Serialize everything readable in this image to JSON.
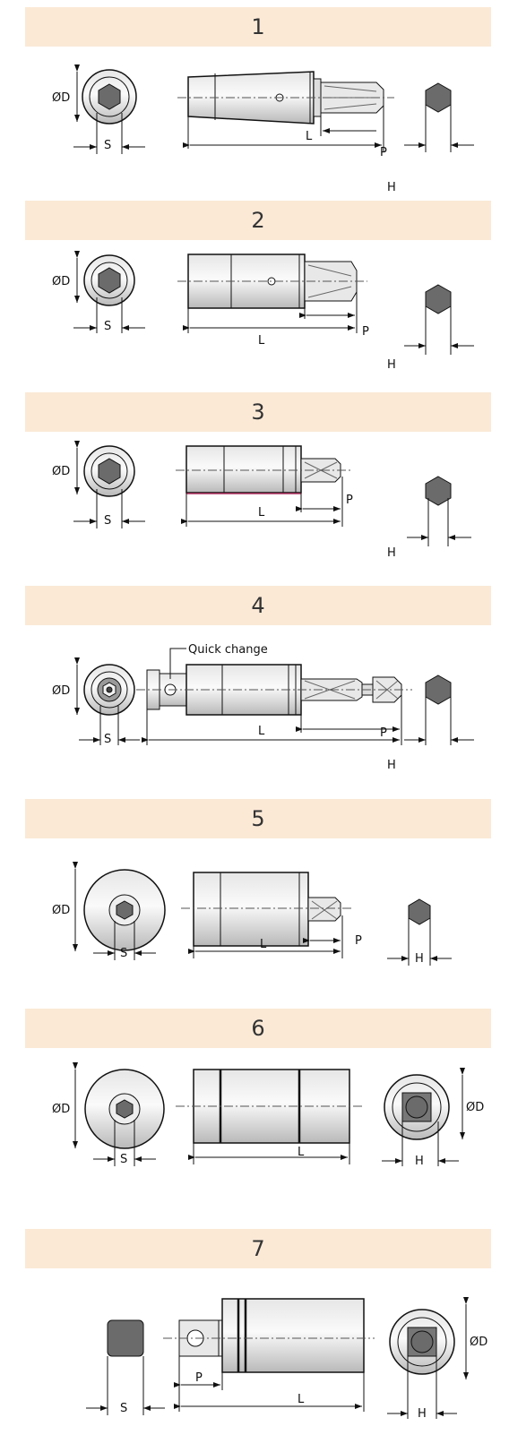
{
  "sections": [
    {
      "number": "1",
      "labels": {
        "diameter": "ØD",
        "socket": "S",
        "length": "L",
        "bit": "P",
        "hex": "H"
      }
    },
    {
      "number": "2",
      "labels": {
        "diameter": "ØD",
        "socket": "S",
        "length": "L",
        "bit": "P",
        "hex": "H"
      }
    },
    {
      "number": "3",
      "labels": {
        "diameter": "ØD",
        "socket": "S",
        "length": "L",
        "bit": "P",
        "hex": "H"
      }
    },
    {
      "number": "4",
      "labels": {
        "diameter": "ØD",
        "socket": "S",
        "length": "L",
        "bit": "P",
        "hex": "H",
        "note": "Quick change"
      }
    },
    {
      "number": "5",
      "labels": {
        "diameter": "ØD",
        "socket": "S",
        "length": "L",
        "bit": "P",
        "hex": "H"
      }
    },
    {
      "number": "6",
      "labels": {
        "diameter": "ØD",
        "socket": "S",
        "length": "L",
        "hex": "H",
        "diameter2": "ØD"
      }
    },
    {
      "number": "7",
      "labels": {
        "socket": "S",
        "length": "L",
        "bit": "P",
        "hex": "H",
        "diameter2": "ØD"
      }
    }
  ]
}
